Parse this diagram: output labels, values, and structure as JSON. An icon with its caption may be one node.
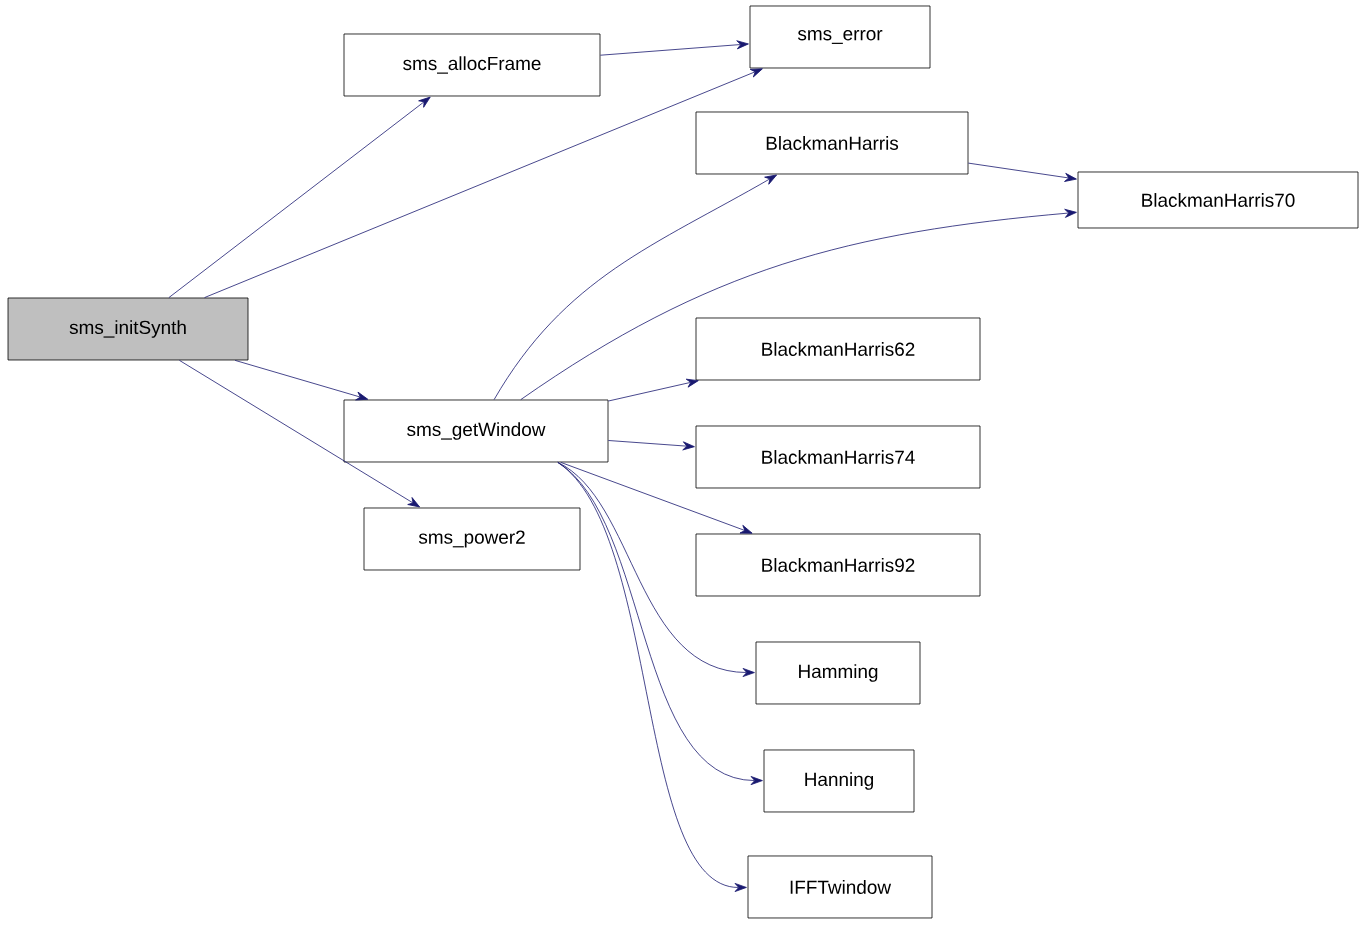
{
  "diagram": {
    "nodes": [
      {
        "text": [
          "sms_initSynth"
        ]
      },
      {
        "text": [
          "sms_allocFrame"
        ]
      },
      {
        "text": [
          "sms_error"
        ]
      },
      {
        "text": [
          "sms_getWindow"
        ]
      },
      {
        "text": [
          "sms_power2"
        ]
      },
      {
        "text": [
          "BlackmanHarris"
        ]
      },
      {
        "text": [
          "BlackmanHarris70"
        ]
      },
      {
        "text": [
          "BlackmanHarris62"
        ]
      },
      {
        "text": [
          "BlackmanHarris74"
        ]
      },
      {
        "text": [
          "BlackmanHarris92"
        ]
      },
      {
        "text": [
          "Hamming"
        ]
      },
      {
        "text": [
          "Hanning"
        ]
      },
      {
        "text": [
          "IFFTwindow"
        ]
      }
    ],
    "edges": [
      {
        "from": 0,
        "to": 1,
        "arrow": "to"
      },
      {
        "from": 0,
        "to": 2,
        "arrow": "to"
      },
      {
        "from": 0,
        "to": 3,
        "arrow": "to"
      },
      {
        "from": 0,
        "to": 4,
        "arrow": "to"
      },
      {
        "from": 1,
        "to": 2,
        "arrow": "to"
      },
      {
        "from": 3,
        "to": 5,
        "arrow": "to"
      },
      {
        "from": 3,
        "to": 6,
        "arrow": "to"
      },
      {
        "from": 3,
        "to": 7,
        "arrow": "to"
      },
      {
        "from": 3,
        "to": 8,
        "arrow": "to"
      },
      {
        "from": 3,
        "to": 9,
        "arrow": "to"
      },
      {
        "from": 3,
        "to": 10,
        "arrow": "to"
      },
      {
        "from": 3,
        "to": 11,
        "arrow": "to"
      },
      {
        "from": 3,
        "to": 12,
        "arrow": "to"
      },
      {
        "from": 5,
        "to": 6,
        "arrow": "to"
      }
    ]
  }
}
